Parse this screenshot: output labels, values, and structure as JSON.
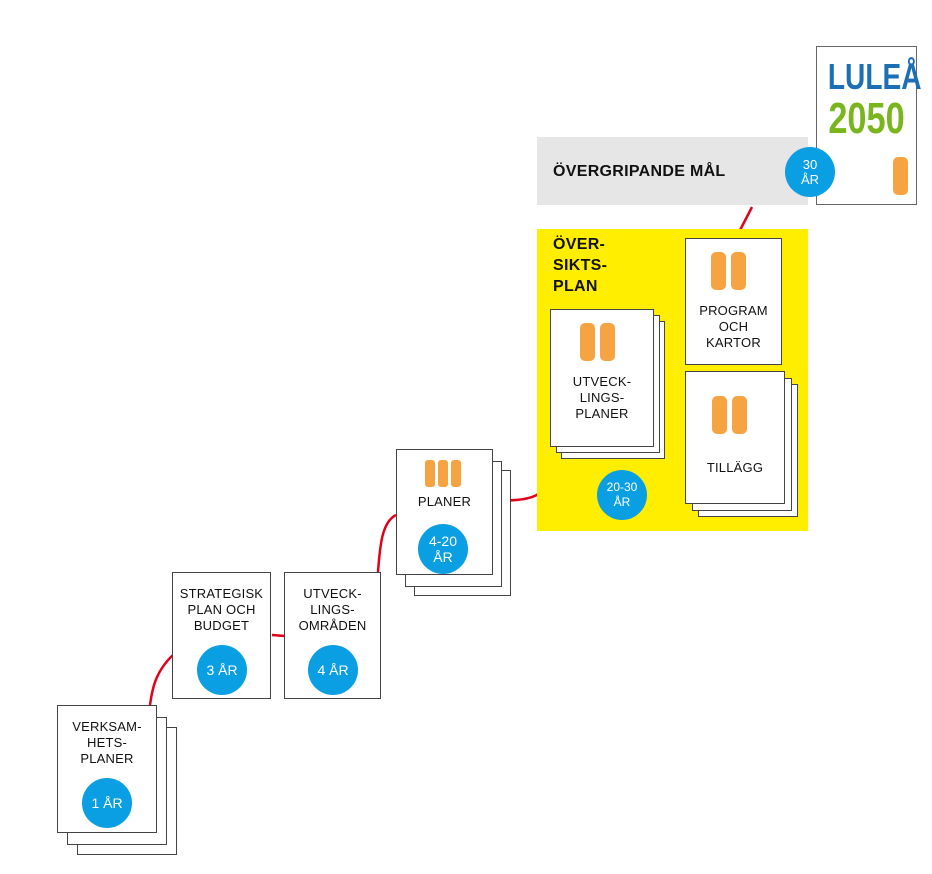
{
  "colors": {
    "accent_blue": "#0a9ee3",
    "connector_red": "#e3001b",
    "highlight_yellow": "#ffee00",
    "pill_orange": "#f5a441",
    "header_gray": "#e6e6e6",
    "logo_blue": "#1c6fb5",
    "logo_green": "#7ab51d"
  },
  "logo": {
    "line1": "LULEÅ",
    "line2": "2050"
  },
  "header": {
    "title": "ÖVERGRIPANDE MÅL",
    "badge": "30\nÅR"
  },
  "oversiktsplan": {
    "title": "ÖVER-\nSIKTS-\nPLAN",
    "badge": "20-30\nÅR",
    "utvecklingsplaner": "UTVECK-\nLINGS-\nPLANER",
    "program": "PROGRAM\nOCH\nKARTOR",
    "tillagg": "TILLÄGG"
  },
  "planer": {
    "label": "PLANER",
    "badge": "4-20\nÅR"
  },
  "utvecklingsomraden": {
    "label": "UTVECK-\nLINGS-\nOMRÅDEN",
    "badge": "4 ÅR"
  },
  "strategisk": {
    "label": "STRATEGISK\nPLAN OCH\nBUDGET",
    "badge": "3 ÅR"
  },
  "verksamhet": {
    "label": "VERKSAM-\nHETS-\nPLANER",
    "badge": "1 ÅR"
  }
}
